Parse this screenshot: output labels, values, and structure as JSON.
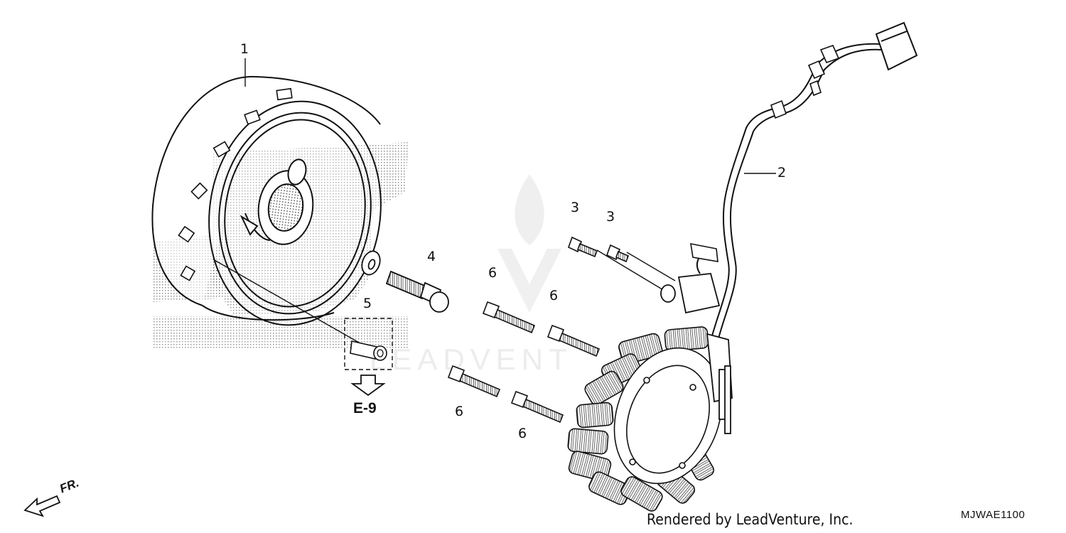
{
  "diagram": {
    "callouts": [
      {
        "id": "1",
        "label": "1"
      },
      {
        "id": "2",
        "label": "2"
      },
      {
        "id": "3a",
        "label": "3"
      },
      {
        "id": "3b",
        "label": "3"
      },
      {
        "id": "4",
        "label": "4"
      },
      {
        "id": "5",
        "label": "5"
      },
      {
        "id": "6a",
        "label": "6"
      },
      {
        "id": "6b",
        "label": "6"
      },
      {
        "id": "6c",
        "label": "6"
      },
      {
        "id": "6d",
        "label": "6"
      }
    ],
    "section_ref": "E-9",
    "direction_label": "FR.",
    "credit": "Rendered by LeadVenture, Inc.",
    "diagram_code": "MJWAE1100",
    "watermark": "LEADVENT"
  }
}
